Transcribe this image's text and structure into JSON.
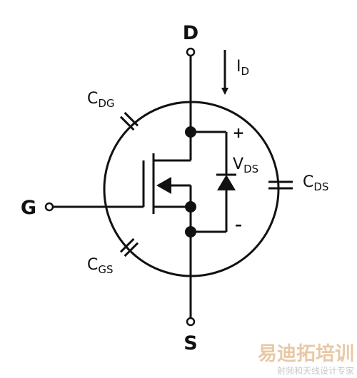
{
  "terminals": {
    "drain": "D",
    "gate": "G",
    "source": "S"
  },
  "current": {
    "symbol": "I",
    "subscript": "D"
  },
  "voltage": {
    "symbol": "V",
    "subscript": "DS",
    "plus": "+",
    "minus": "–"
  },
  "capacitors": {
    "drain_gate": {
      "symbol": "C",
      "subscript": "DG"
    },
    "gate_source": {
      "symbol": "C",
      "subscript": "GS"
    },
    "drain_source": {
      "symbol": "C",
      "subscript": "DS"
    }
  },
  "watermark": {
    "brand": "易迪拓培训",
    "tagline": "射频和天线设计专家"
  },
  "colors": {
    "line": "#111111",
    "background": "#ffffff",
    "watermark": "#e8c9a6"
  }
}
